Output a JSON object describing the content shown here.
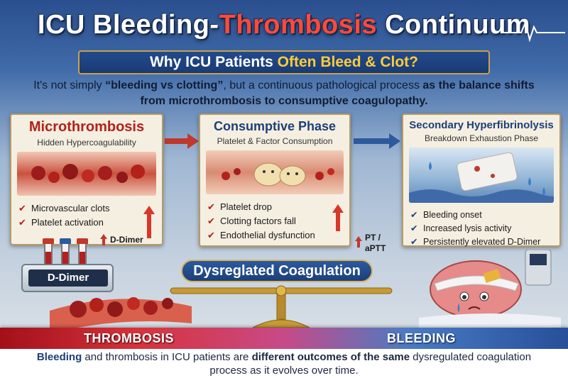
{
  "title": {
    "part1": "ICU Bleeding-",
    "part2": "Thrombosis",
    "part3": " Continuum"
  },
  "banner": {
    "part1": "Why ICU Patients ",
    "part2": "Often Bleed & Clot?"
  },
  "intro": {
    "t1": "It's not simply ",
    "t2": "“bleeding vs clotting”",
    "t3": ", but a continuous pathological process ",
    "t4": "as the balance shifts",
    "t5": "from microthrombosis to consumptive coagulopathy."
  },
  "panels": [
    {
      "title": "Microthrombosis",
      "subtitle": "Hidden Hypercoagulability",
      "bullets": [
        "Microvascular clots",
        "Platelet activation"
      ],
      "marker": "D-Dimer"
    },
    {
      "title": "Consumptive Phase",
      "subtitle": "Platelet & Factor Consumption",
      "bullets": [
        "Platelet drop",
        "Clotting factors fall",
        "Endothelial dysfunction"
      ],
      "marker": "PT / aPTT"
    },
    {
      "title": "Secondary Hyperfibrinolysis",
      "subtitle": "Breakdown Exhaustion Phase",
      "bullets": [
        "Bleeding onset",
        "Increased lysis activity",
        "Persistently elevated D-Dimer"
      ]
    }
  ],
  "check_glyph": "✔",
  "machine_label": "D-Dimer",
  "center_label": "Dysreglated Coagulation",
  "bar": {
    "left": "THROMBOSIS",
    "right": "BLEEDING"
  },
  "footer": {
    "f1": "Bleeding",
    "f2": " and thrombosis in ICU patients are ",
    "f3": "different outcomes of the same",
    "f4": " dysregulated coagulation",
    "f5": "process as it evolves over time."
  },
  "colors": {
    "accent_red": "#b3211b",
    "accent_blue": "#1d3f79",
    "gold": "#c9a14c"
  },
  "icons": [
    "ekg-line-icon",
    "arrow-right-icon",
    "arrow-up-icon",
    "test-tube-icon",
    "balance-scale-icon",
    "brain-patient-icon"
  ]
}
